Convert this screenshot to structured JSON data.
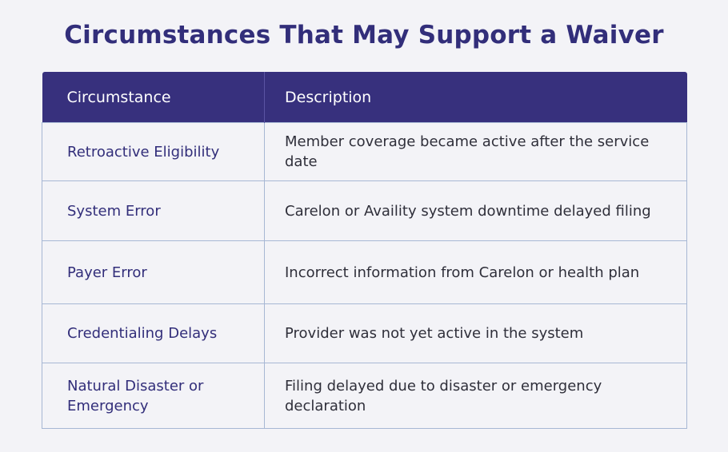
{
  "title": "Circumstances That May Support a Waiver",
  "table": {
    "headers": [
      "Circumstance",
      "Description"
    ],
    "rows": [
      {
        "circumstance": "Retroactive Eligibility",
        "description": "Member coverage became active after the service date"
      },
      {
        "circumstance": "System Error",
        "description": "Carelon or Availity system downtime delayed filing"
      },
      {
        "circumstance": "Payer Error",
        "description": "Incorrect information from Carelon or health plan"
      },
      {
        "circumstance": "Credentialing Delays",
        "description": "Provider was not yet active in the system"
      },
      {
        "circumstance": "Natural Disaster or Emergency",
        "description": "Filing delayed due to disaster or emergency declaration"
      }
    ]
  },
  "colors": {
    "header_bg": "#37307d",
    "title_text": "#322e7a",
    "page_bg": "#f3f3f7",
    "grid_border": "#a7b7d4"
  }
}
